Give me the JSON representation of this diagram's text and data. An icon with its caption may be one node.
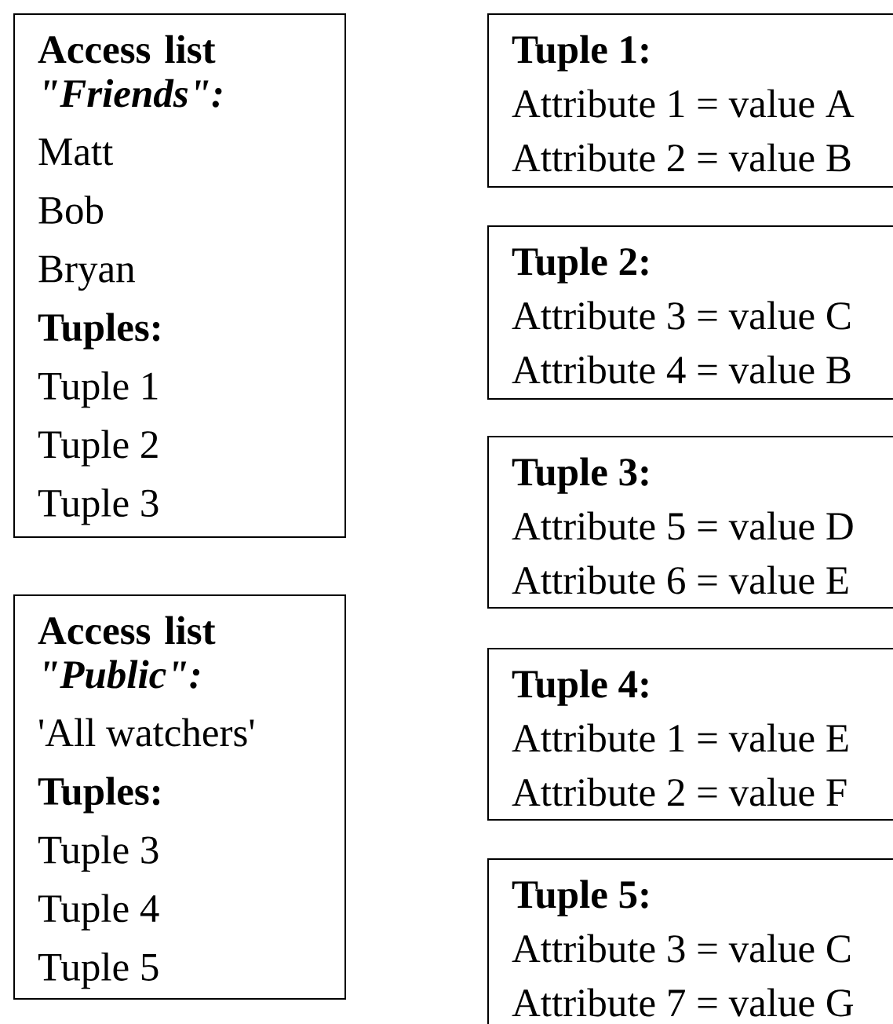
{
  "diagram": {
    "nodes": [
      {
        "text": [
          "Access list *\"Friends\":*",
          "Matt",
          "Bob",
          "Bryan",
          "**Tuples:**",
          "Tuple 1",
          "Tuple 2",
          "Tuple 3"
        ]
      },
      {
        "text": [
          "Access list *\"Public\":*",
          "'All watchers'",
          "**Tuples:**",
          "Tuple 3",
          "Tuple 4",
          "Tuple 5"
        ]
      },
      {
        "text": [
          "Tuple 1:",
          "Attribute 1 = value A",
          "Attribute 2 = value B"
        ]
      },
      {
        "text": [
          "Tuple 2:",
          "Attribute 3 = value C",
          "Attribute 4 = value B"
        ]
      },
      {
        "text": [
          "Tuple 3:",
          "Attribute 5 = value D",
          "Attribute 6 = value E"
        ]
      },
      {
        "text": [
          "Tuple 4:",
          "Attribute 1 = value E",
          "Attribute 2 = value F"
        ]
      },
      {
        "text": [
          "Tuple 5:",
          "Attribute 3 = value C",
          "Attribute 7 = value G"
        ]
      }
    ]
  }
}
